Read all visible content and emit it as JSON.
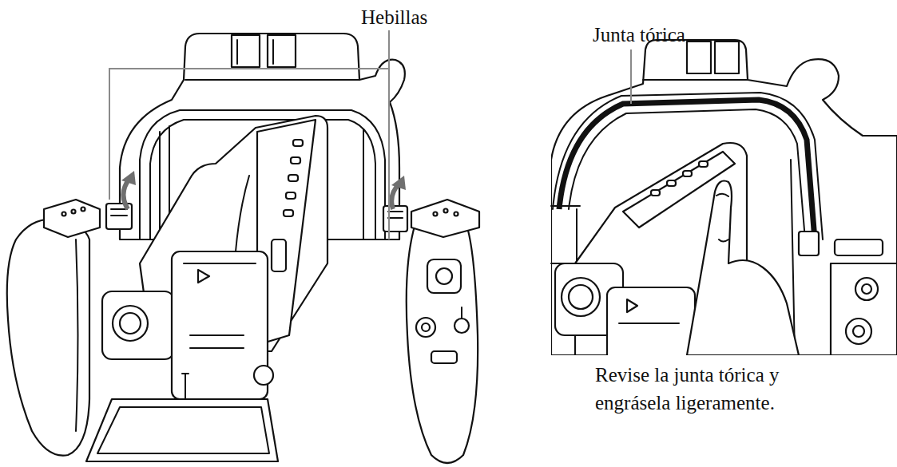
{
  "diagram": {
    "labels": [
      "Hebillas",
      "Junta tórica",
      "Revise la junta tórica y engrásela ligeramente."
    ]
  }
}
